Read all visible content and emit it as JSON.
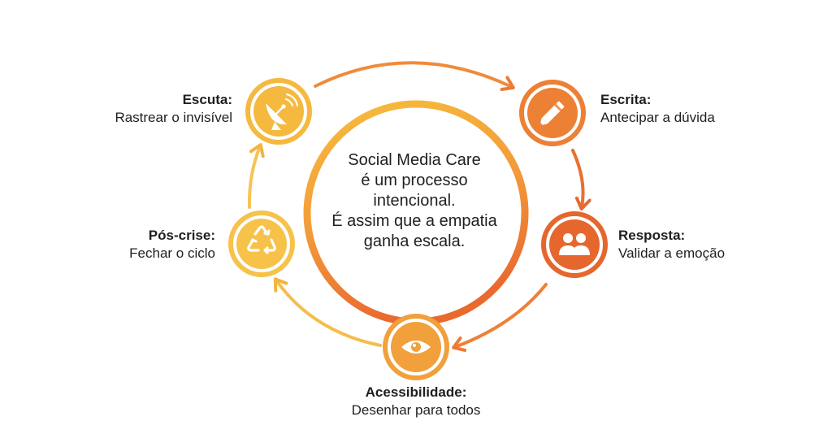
{
  "center": {
    "lines": [
      "Social Media Care",
      "é um processo",
      "intencional.",
      "É assim que a empatia",
      "ganha escala."
    ]
  },
  "nodes": {
    "escuta": {
      "title": "Escuta:",
      "subtitle": "Rastrear o invisível",
      "icon": "satellite-dish-icon"
    },
    "escrita": {
      "title": "Escrita:",
      "subtitle": "Antecipar a dúvida",
      "icon": "pencil-icon"
    },
    "resposta": {
      "title": "Resposta:",
      "subtitle": "Validar a emoção",
      "icon": "people-icon"
    },
    "acessibilidade": {
      "title": "Acessibilidade:",
      "subtitle": "Desenhar para todos",
      "icon": "eye-icon"
    },
    "poscrise": {
      "title": "Pós-crise:",
      "subtitle": "Fechar o ciclo",
      "icon": "recycle-icon"
    }
  },
  "colors": {
    "yellow": "#f4b93e",
    "orange_light": "#f3a24a",
    "orange": "#ec8035",
    "orange_dark": "#e5672d",
    "text": "#1f1f1f"
  }
}
